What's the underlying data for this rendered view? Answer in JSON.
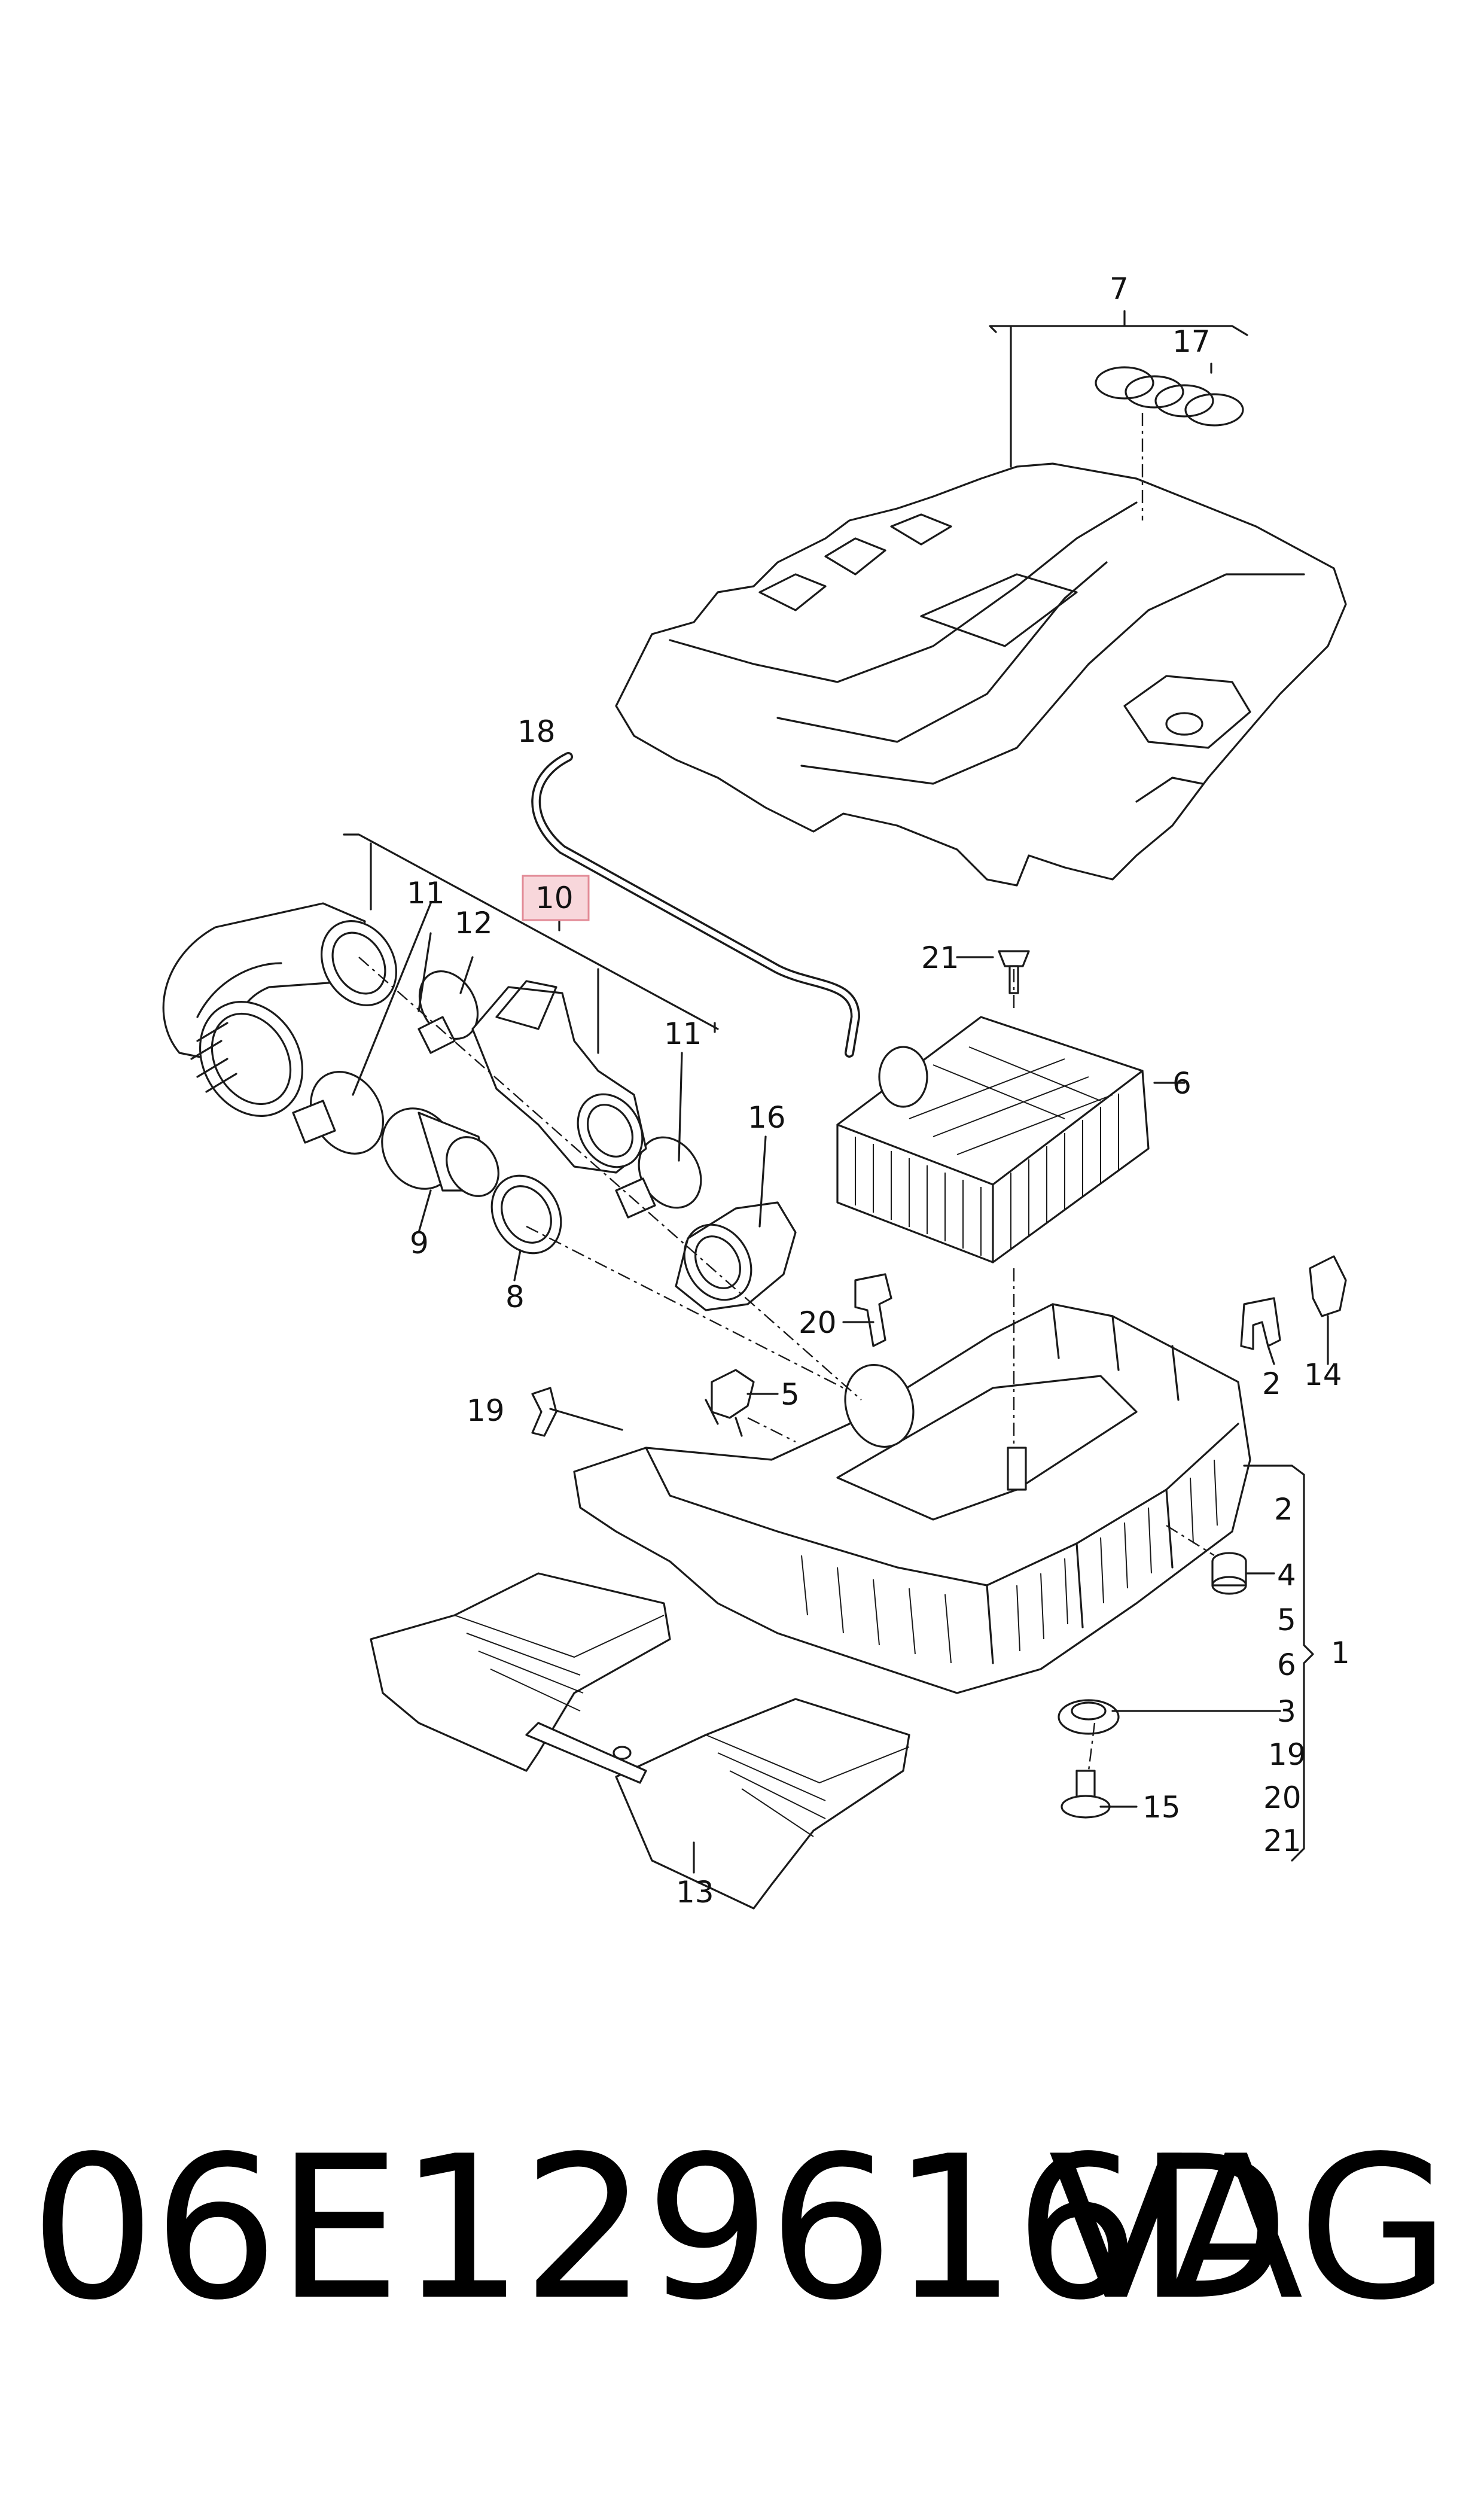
{
  "labels": {
    "l1": "1",
    "l2a": "2",
    "l2b": "2",
    "l3": "3",
    "l4": "4",
    "l5a": "5",
    "l5b": "5",
    "l6a": "6",
    "l6b": "6",
    "l7": "7",
    "l8": "8",
    "l9": "9",
    "l10": "10",
    "l11a": "11",
    "l11b": "11",
    "l12": "12",
    "l13": "13",
    "l14": "14",
    "l15": "15",
    "l16": "16",
    "l17": "17",
    "l18": "18",
    "l19a": "19",
    "l19b": "19",
    "l20a": "20",
    "l20b": "20",
    "l21a": "21",
    "l21b": "21"
  },
  "footer": {
    "part_number": "06E129616D",
    "brand": "VAG"
  },
  "colors": {
    "highlight_fill": "#f8d7db",
    "highlight_border": "#e28a96",
    "line": "#1a1a1a"
  }
}
